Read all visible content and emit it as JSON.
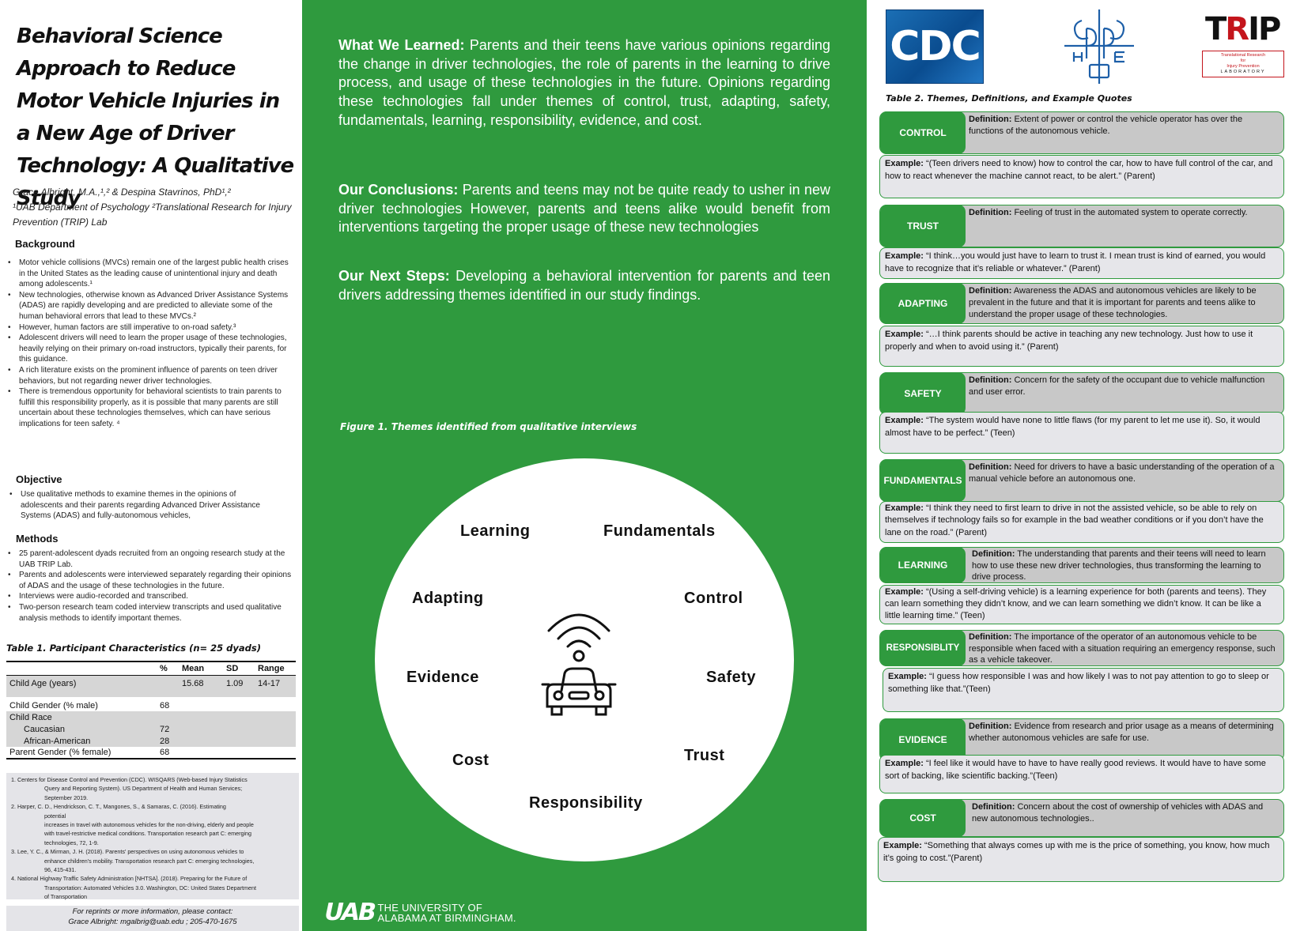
{
  "left": {
    "title": "Behavioral Science Approach to Reduce Motor Vehicle Injuries in a New Age of Driver Technology: A Qualitative Study",
    "authors": "Grace Albright, M.A.,¹,² & Despina Stavrinos, PhD¹,²",
    "affiliations": "¹UAB Department of Psychology  ²Translational Research for Injury Prevention (TRIP) Lab",
    "background": {
      "heading": "Background",
      "items": [
        "Motor vehicle collisions (MVCs) remain one of the largest public health crises in the United States as the leading cause of unintentional injury and death among adolescents.¹",
        "New technologies, otherwise known as Advanced Driver Assistance Systems (ADAS) are rapidly developing and are predicted to alleviate some of the human behavioral errors that lead to these MVCs.²",
        "However, human factors are still imperative to on-road safety.³",
        "Adolescent drivers will need to learn the proper usage of these technologies, heavily relying on their primary on-road instructors, typically their parents, for this guidance.",
        "A rich literature exists on the prominent influence of parents on teen driver behaviors, but not regarding newer driver technologies.",
        "There is tremendous opportunity for behavioral scientists to train parents to fulfill this responsibility properly, as it is possible that many parents are still uncertain about these technologies themselves, which can have serious implications for teen safety. ⁴"
      ]
    },
    "objective": {
      "heading": "Objective",
      "items": [
        "Use qualitative methods to examine themes in the opinions of adolescents and their parents regarding Advanced Driver Assistance Systems (ADAS) and fully-autonomous vehicles,"
      ]
    },
    "methods": {
      "heading": "Methods",
      "items": [
        "25 parent-adolescent dyads recruited from an ongoing research study at the UAB TRIP Lab.",
        "Parents and adolescents were interviewed separately regarding their opinions of ADAS and the usage of these technologies in the future.",
        "Interviews were audio-recorded and transcribed.",
        "Two-person research team coded interview transcripts and used qualitative analysis methods to identify important themes."
      ]
    },
    "table1": {
      "caption": "Table 1. Participant Characteristics (n= 25 dyads)",
      "headers": [
        "",
        "%",
        "Mean",
        "SD",
        "Range"
      ],
      "rows": [
        [
          "Child Age (years)",
          "",
          "15.68",
          "1.09",
          "14-17"
        ],
        [
          "Child Gender (% male)",
          "68",
          "",
          "",
          ""
        ],
        [
          "Child Race",
          "",
          "",
          "",
          ""
        ],
        [
          "Caucasian",
          "72",
          "",
          "",
          ""
        ],
        [
          "African-American",
          "28",
          "",
          "",
          ""
        ],
        [
          "Parent Gender (% female)",
          "68",
          "",
          "",
          ""
        ]
      ]
    },
    "references": [
      {
        "main": "1. Centers for Disease Control and Prevention (CDC). WISQARS (Web-based Injury Statistics",
        "cont": [
          "Query and Reporting System). US Department of Health and Human Services;",
          "September 2019."
        ]
      },
      {
        "main": "2. Harper, C. D., Hendrickson, C. T., Mangones, S., & Samaras, C. (2016). Estimating",
        "cont": [
          "potential",
          "increases in travel with autonomous vehicles for the non-driving, elderly and people",
          "with travel-restrictive medical conditions. Transportation research part C: emerging",
          "technologies, 72, 1-9."
        ]
      },
      {
        "main": "3. Lee, Y. C., & Mirman, J. H. (2018). Parents' perspectives on using autonomous vehicles to",
        "cont": [
          "enhance children's mobility. Transportation research part C: emerging technologies,",
          "96, 415-431."
        ]
      },
      {
        "main": "4. National Highway Traffic Safety Administration [NHTSA]. (2018). Preparing for the Future of",
        "cont": [
          "Transportation: Automated Vehicles 3.0. Washington, DC: United States Department",
          "of Transportation"
        ]
      }
    ],
    "contact": {
      "line1": "For reprints or more information, please contact:",
      "line2": "Grace Albright: mgalbrig@uab.edu ; 205-470-1675"
    }
  },
  "center": {
    "learned": {
      "heading": "What We Learned:",
      "text": "Parents and their teens have various opinions regarding the change in driver technologies, the role of parents in the learning to drive process, and usage of these technologies in the future. Opinions regarding these technologies fall under themes of control, trust, adapting, safety, fundamentals, learning, responsibility, evidence, and cost."
    },
    "conclusions": {
      "heading": "Our Conclusions:",
      "text": "Parents and teens may not be quite ready to usher in new driver technologies However, parents and teens alike would benefit from interventions targeting the proper usage of these new technologies"
    },
    "next_steps": {
      "heading": "Our Next Steps:",
      "text": "Developing a behavioral intervention for parents and teen drivers addressing themes identified in our study findings."
    },
    "figure_caption": "Figure 1. Themes identified from qualitative interviews",
    "themes": {
      "learning": "Learning",
      "fundamentals": "Fundamentals",
      "adapting": "Adapting",
      "control": "Control",
      "evidence": "Evidence",
      "safety": "Safety",
      "cost": "Cost",
      "trust": "Trust",
      "responsibility": "Responsibility"
    },
    "car_icon": "autonomous-car-icon",
    "uab": {
      "mark": "UAB",
      "line1": "THE UNIVERSITY OF",
      "line2": "ALABAMA AT BIRMINGHAM."
    }
  },
  "right": {
    "logos": {
      "cdc": "CDC",
      "trip": "TRIP",
      "trip_sub1": "Translational Research",
      "trip_sub2": "for",
      "trip_sub3": "Injury Prevention",
      "trip_sub4": "LABORATORY"
    },
    "table2_caption": "Table 2. Themes, Definitions, and Example Quotes",
    "themes": [
      {
        "label": "CONTROL",
        "def": "Extent of power or control the vehicle operator has over the functions of the autonomous vehicle.",
        "example": "“(Teen drivers need to know) how to control the car, how to have full control of the car, and how to react whenever the machine cannot react, to be alert.” (Parent)"
      },
      {
        "label": "TRUST",
        "def": "Feeling of trust in the automated system to operate correctly.",
        "example": "“I think…you would just have to learn to trust it. I mean trust is kind of earned, you would have to recognize that it’s reliable or whatever.” (Parent)"
      },
      {
        "label": "ADAPTING",
        "def": "Awareness the ADAS and autonomous vehicles are likely to be prevalent in the future and that it is important for parents and teens alike to understand the proper usage of these technologies.",
        "example": "“…I think parents should be active in teaching any new technology. Just how to use it properly and when to avoid using it.” (Parent)"
      },
      {
        "label": "SAFETY",
        "def": "Concern for the safety of the occupant due to vehicle malfunction and user error.",
        "example": "“The system would have none to little flaws (for my parent to let me use it). So, it would almost have to be perfect.” (Teen)"
      },
      {
        "label": "FUNDAMENTALS",
        "def": "Need for drivers to have a basic understanding of the operation of a manual vehicle before an autonomous one.",
        "example": "“I think they need to first learn to drive in not the assisted vehicle, so be able to rely on themselves if technology fails so for example in the bad weather conditions or if you don’t have the lane on the road.” (Parent)"
      },
      {
        "label": "LEARNING",
        "def": "The understanding that parents and their teens will need to learn how to use these new driver technologies, thus transforming the learning to drive process.",
        "example": "“(Using a self-driving vehicle) is a learning experience for both (parents and teens). They can learn something they didn’t know, and we can learn something we didn’t know. It can be like a little learning time.” (Teen)"
      },
      {
        "label": "RESPONSIBLITY",
        "def": "The importance of the operator of an autonomous vehicle to be responsible when faced with a situation requiring an emergency response, such as a vehicle takeover.",
        "example": "“I guess how responsible I was and how likely I was to not pay attention to go to sleep or something like that.”(Teen)"
      },
      {
        "label": "EVIDENCE",
        "def": "Evidence from research and prior usage as a means of determining whether autonomous vehicles are safe for use.",
        "example": "“I feel like it would have to have to have really good reviews. It would have to have some sort of backing, like scientific backing.”(Teen)"
      },
      {
        "label": "COST",
        "def": "Concern about the cost of ownership of vehicles with ADAS and new autonomous technologies..",
        "example": "“Something that always comes up with me is the price of something, you know, how much it’s going to cost.”(Parent)"
      }
    ],
    "def_prefix": "Definition:",
    "ex_prefix": "Example:"
  },
  "colors": {
    "accent_green": "#2f9a3e",
    "cdc_blue": "#0a4c8f",
    "trip_red": "#c4151c"
  }
}
